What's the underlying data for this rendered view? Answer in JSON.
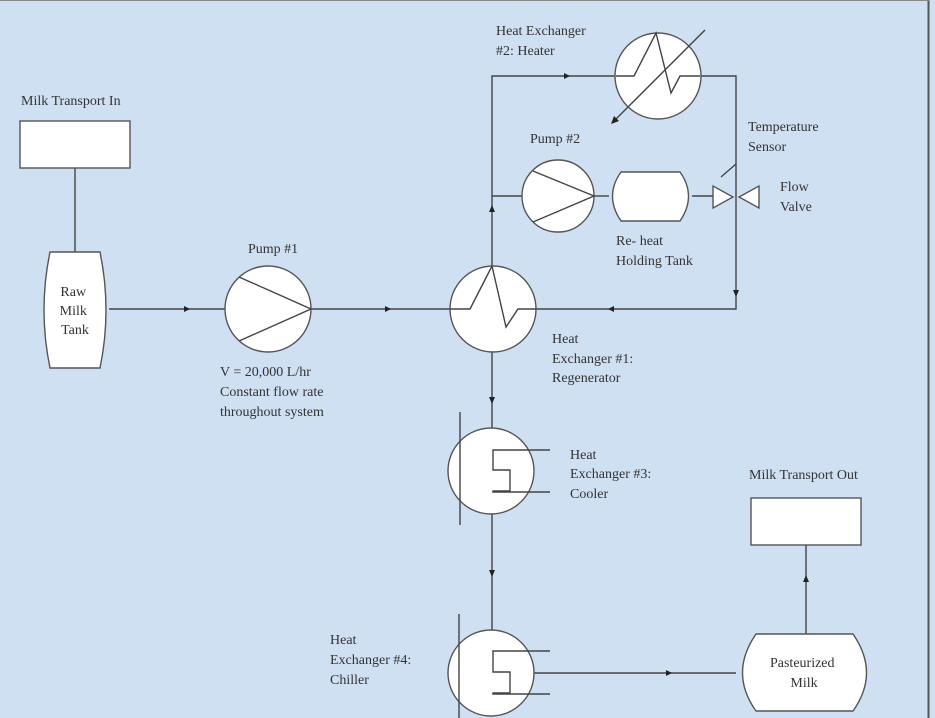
{
  "diagram": {
    "title": "Milk Pasteurization Process Flow",
    "background_color": "#cfe0f2",
    "labels": {
      "transport_in": "Milk Transport In",
      "raw_tank": [
        "Raw",
        "Milk",
        "Tank"
      ],
      "pump1": "Pump #1",
      "flow_note": [
        "V = 20,000 L/hr",
        "Constant flow rate",
        "throughout system"
      ],
      "hx2": [
        "Heat Exchanger",
        "#2: Heater"
      ],
      "pump2": "Pump #2",
      "reheat_tank": [
        "Re- heat",
        "Holding Tank"
      ],
      "temp_sensor": [
        "Temperature",
        "Sensor"
      ],
      "flow_valve": [
        "Flow",
        "Valve"
      ],
      "hx1": [
        "Heat",
        "Exchanger #1:",
        "Regenerator"
      ],
      "hx3": [
        "Heat",
        "Exchanger #3:",
        "Cooler"
      ],
      "hx4": [
        "Heat",
        "Exchanger #4:",
        "Chiller"
      ],
      "transport_out": "Milk Transport Out",
      "pasteurized": [
        "Pasteurized",
        "Milk"
      ]
    },
    "nodes": [
      {
        "id": "transport-in",
        "type": "container"
      },
      {
        "id": "raw-milk-tank",
        "type": "vessel"
      },
      {
        "id": "pump-1",
        "type": "pump"
      },
      {
        "id": "hx1-regenerator",
        "type": "heat-exchanger"
      },
      {
        "id": "hx2-heater",
        "type": "heat-exchanger"
      },
      {
        "id": "pump-2",
        "type": "pump"
      },
      {
        "id": "reheat-holding-tank",
        "type": "vessel"
      },
      {
        "id": "flow-valve",
        "type": "valve"
      },
      {
        "id": "temperature-sensor",
        "type": "sensor"
      },
      {
        "id": "hx3-cooler",
        "type": "heat-exchanger"
      },
      {
        "id": "hx4-chiller",
        "type": "heat-exchanger"
      },
      {
        "id": "pasteurized-milk",
        "type": "vessel"
      },
      {
        "id": "transport-out",
        "type": "container"
      }
    ],
    "edges": [
      {
        "from": "transport-in",
        "to": "raw-milk-tank"
      },
      {
        "from": "raw-milk-tank",
        "to": "pump-1"
      },
      {
        "from": "pump-1",
        "to": "hx1-regenerator"
      },
      {
        "from": "hx1-regenerator",
        "to": "hx2-heater"
      },
      {
        "from": "hx1-regenerator",
        "to": "pump-2"
      },
      {
        "from": "pump-2",
        "to": "reheat-holding-tank"
      },
      {
        "from": "reheat-holding-tank",
        "to": "flow-valve"
      },
      {
        "from": "hx2-heater",
        "to": "hx1-regenerator"
      },
      {
        "from": "hx1-regenerator",
        "to": "hx3-cooler"
      },
      {
        "from": "hx3-cooler",
        "to": "hx4-chiller"
      },
      {
        "from": "hx4-chiller",
        "to": "pasteurized-milk"
      },
      {
        "from": "pasteurized-milk",
        "to": "transport-out"
      }
    ]
  }
}
